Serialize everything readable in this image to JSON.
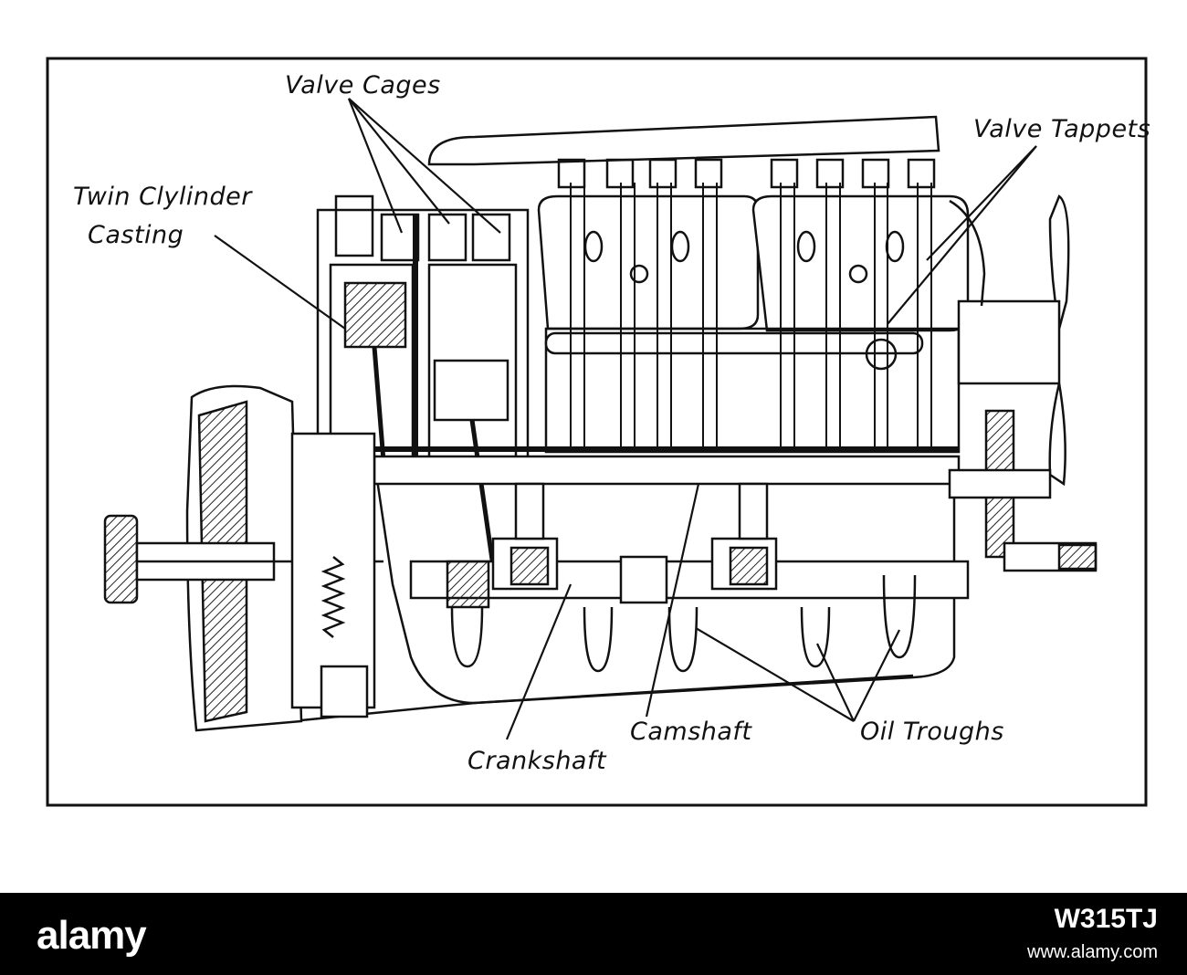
{
  "figure": {
    "labels": {
      "valve_cages": "Valve Cages",
      "twin_cylinder_line1": "Twin Clylinder",
      "twin_cylinder_line2": "Casting",
      "valve_tappets": "Valve Tappets",
      "crankshaft": "Crankshaft",
      "camshaft": "Camshaft",
      "oil_troughs": "Oil Troughs"
    }
  },
  "watermark": {
    "brand": "alamy",
    "image_code": "W315TJ",
    "url": "www.alamy.com"
  },
  "colors": {
    "ink": "#111111",
    "paper": "#ffffff",
    "footer": "#000000"
  }
}
